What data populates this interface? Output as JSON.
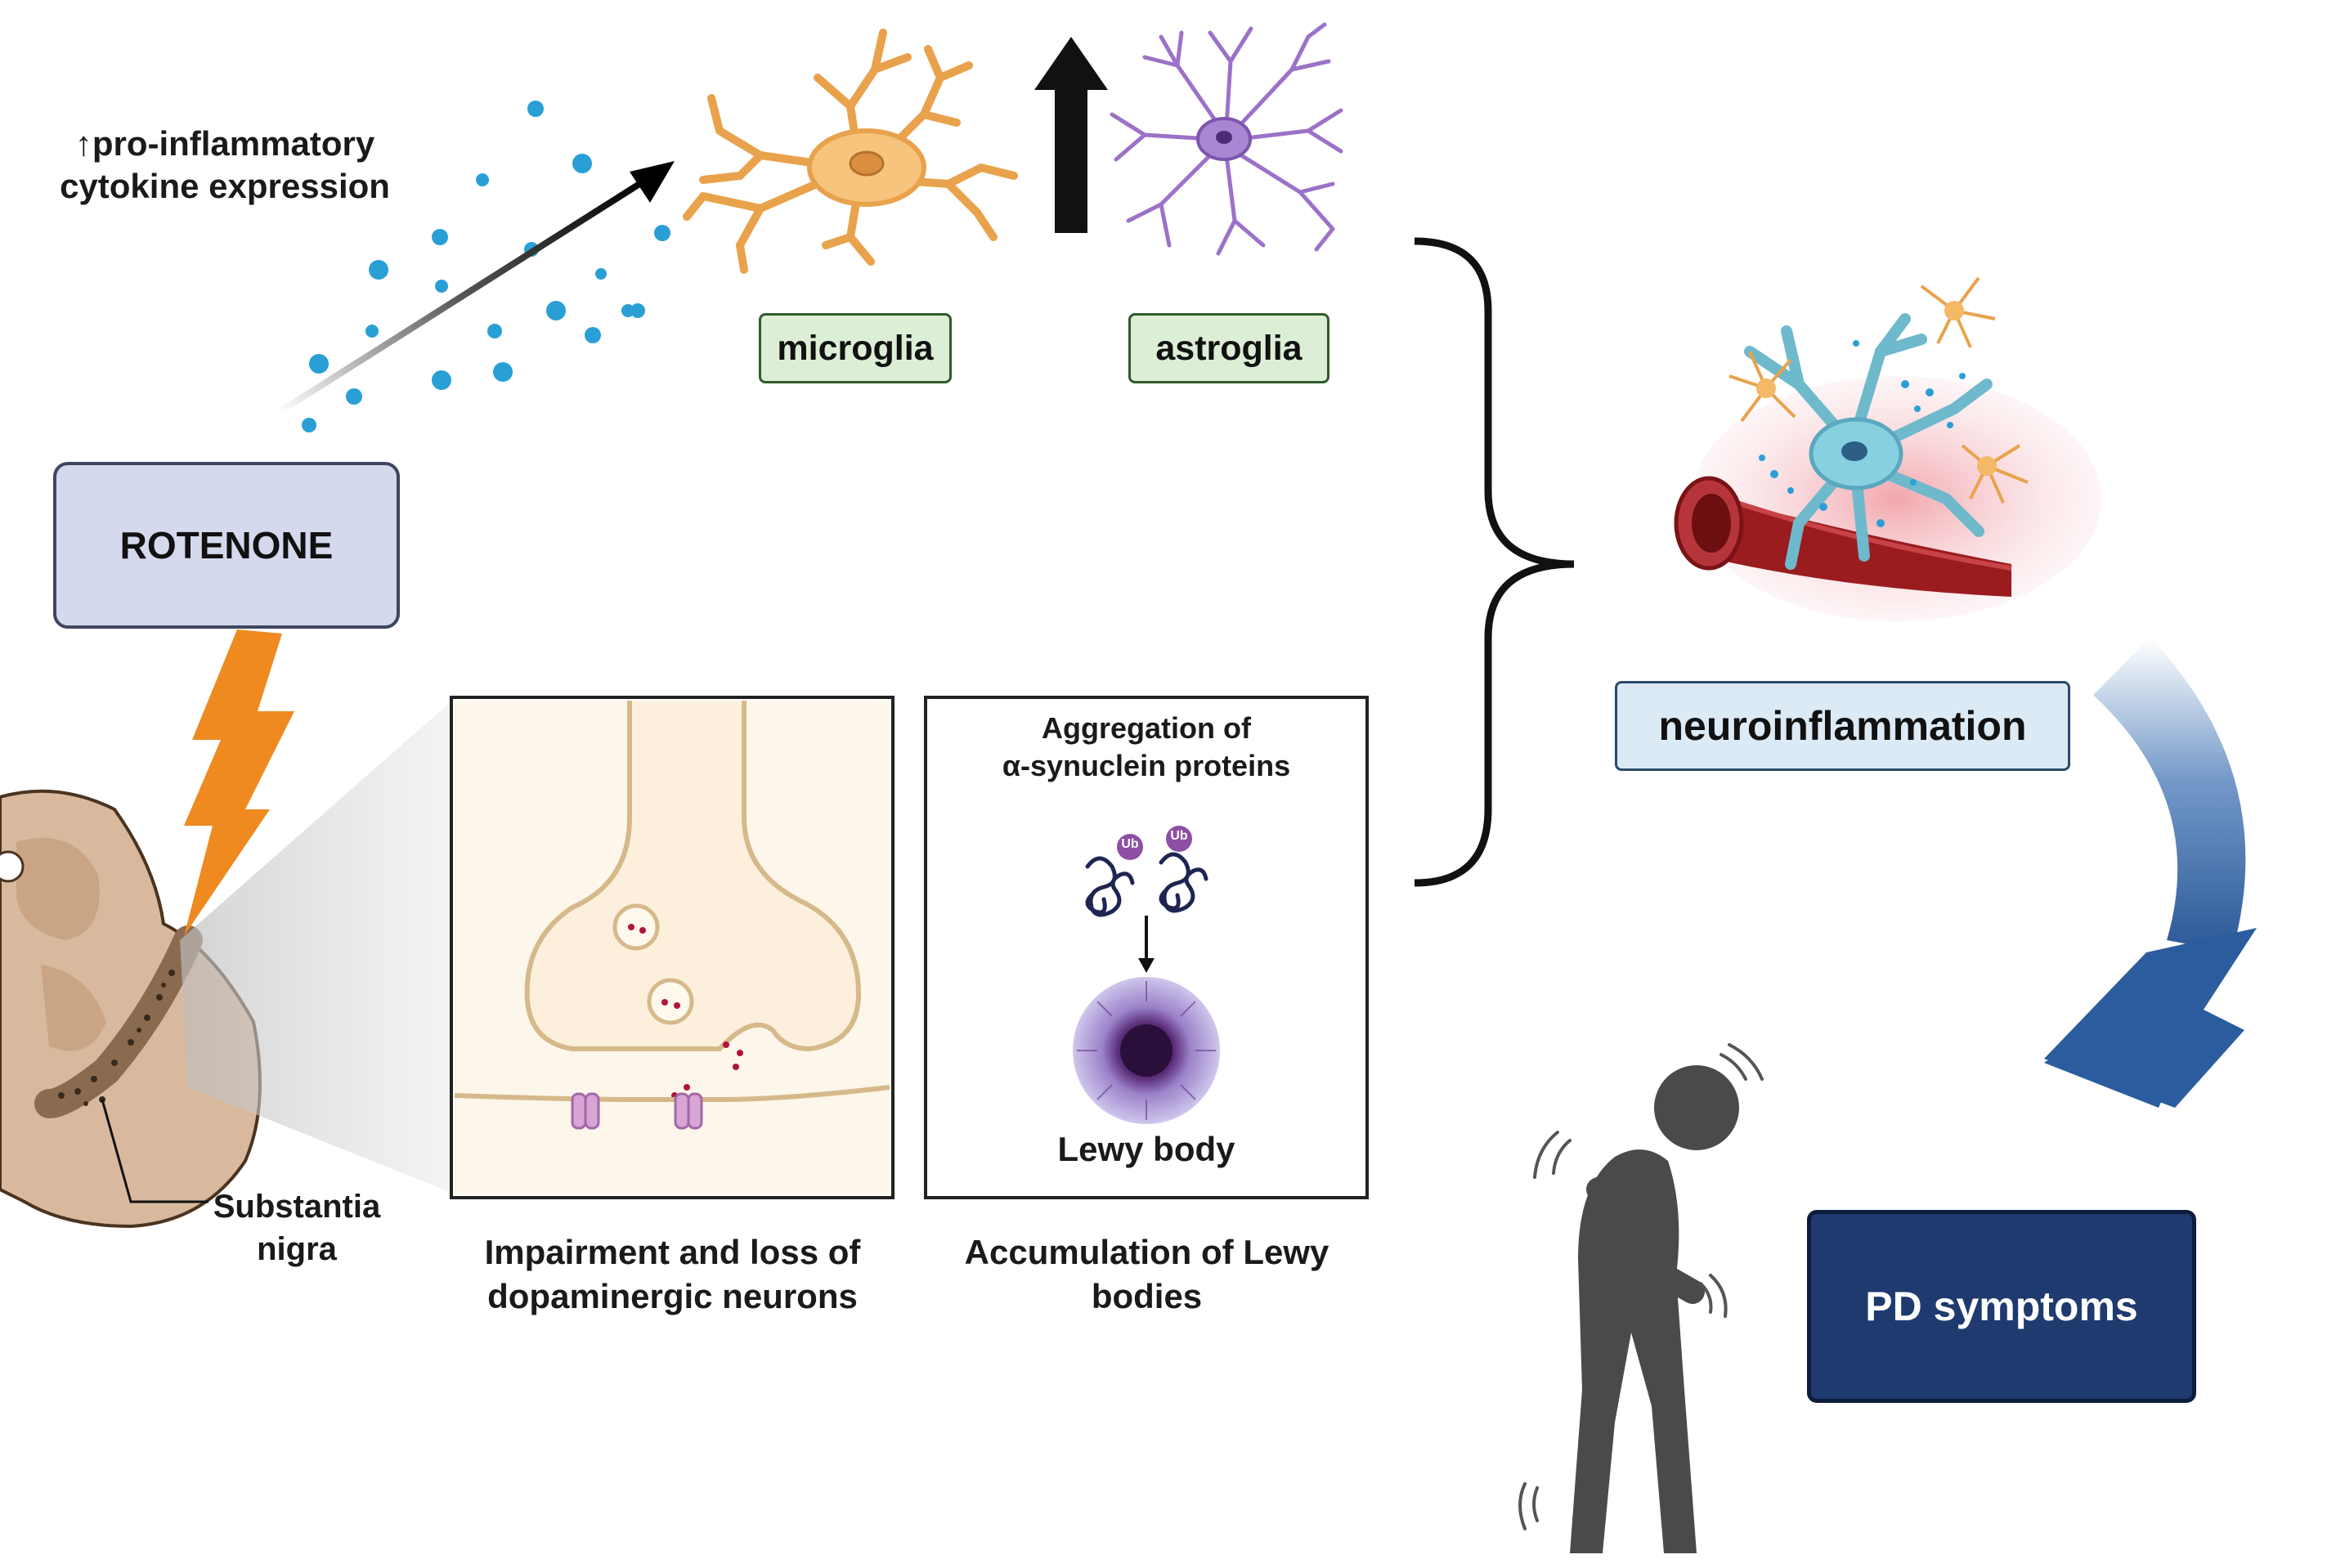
{
  "labels": {
    "cytokine": "↑pro-inflammatory\ncytokine expression",
    "microglia": "microglia",
    "astroglia": "astroglia",
    "rotenone": "ROTENONE",
    "substantia_nigra": "Substantia\nnigra",
    "aggregation": "Aggregation of\nα-synuclein proteins",
    "ub": "Ub",
    "lewy_body": "Lewy body",
    "impairment": "Impairment and loss of\ndopaminergic neurons",
    "accumulation": "Accumulation of Lewy\nbodies",
    "neuroinflammation": "neuroinflammation",
    "pd_symptoms": "PD symptoms"
  },
  "colors": {
    "rotenone_fill": "#d5d9ee",
    "rotenone_border": "#3f4660",
    "glia_tag_fill": "#dcefd6",
    "glia_tag_border": "#2f5b2b",
    "neuroinflammation_fill": "#dceaf6",
    "neuroinflammation_border": "#2c4a6b",
    "pd_fill": "#1e3a6e",
    "pd_border": "#0c1c3c",
    "microglia": "#f2b25c",
    "astroglia": "#9b72c8",
    "cytokine_dots": "#2a9fd6",
    "lightning": "#ee8a1f",
    "brain_tissue": "#d8b99e",
    "neuron_blue": "#7cc7d8",
    "blood_vessel": "#9b1c1f",
    "person": "#4a4a4a",
    "curved_arrow": "#2b5d9e"
  },
  "icons": [
    "up-arrow-icon",
    "lightning-icon",
    "curly-brace-icon",
    "curved-arrow-icon",
    "person-icon"
  ]
}
